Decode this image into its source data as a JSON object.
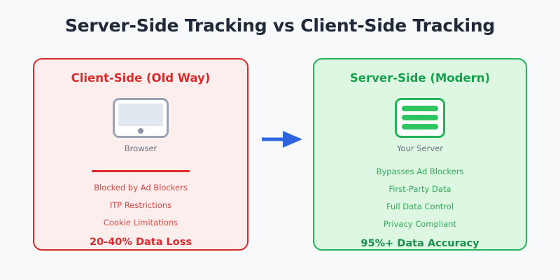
{
  "title": "Server-Side Tracking vs Client-Side Tracking",
  "colors": {
    "background": "#f7f9fb",
    "title": "#1f2937",
    "red": "#d92b2b",
    "red_fill": "#fdeeee",
    "red_text": "#e0453f",
    "green": "#22b457",
    "green_fill": "#ddf7e3",
    "green_text": "#2eaa57",
    "green_heading": "#18a04c",
    "caption": "#6b7280",
    "arrow": "#2f66e0"
  },
  "left_panel": {
    "heading": "Client-Side (Old Way)",
    "icon_name": "browser-icon",
    "icon_caption": "Browser",
    "features": [
      "Blocked by Ad Blockers",
      "ITP Restrictions",
      "Cookie Limitations"
    ],
    "summary": "20-40% Data Loss"
  },
  "right_panel": {
    "heading": "Server-Side (Modern)",
    "icon_name": "server-icon",
    "icon_caption": "Your Server",
    "features": [
      "Bypasses Ad Blockers",
      "First-Party Data",
      "Full Data Control",
      "Privacy Compliant"
    ],
    "summary": "95%+ Data Accuracy"
  },
  "arrow": {
    "icon_name": "arrow-right-icon",
    "direction": "right"
  }
}
